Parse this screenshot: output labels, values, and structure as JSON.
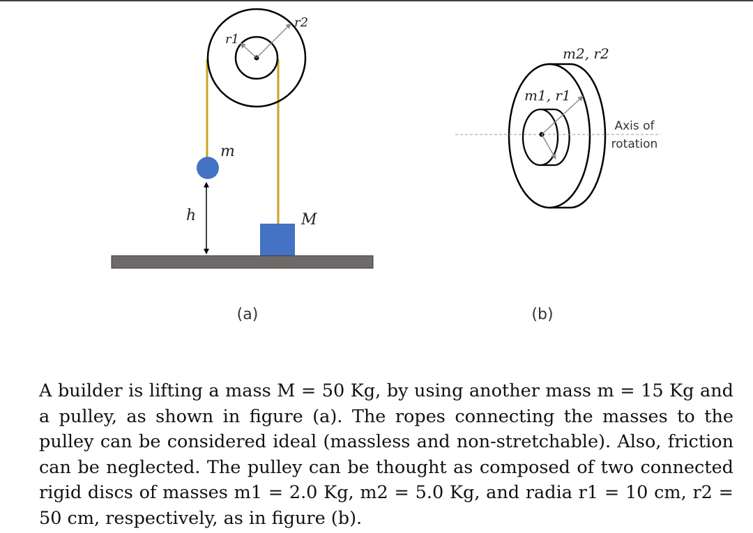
{
  "figure_a": {
    "caption": "(a)",
    "labels": {
      "r1": "r1",
      "r2": "r2",
      "m": "m",
      "M": "M",
      "h": "h"
    }
  },
  "figure_b": {
    "caption": "(b)",
    "labels": {
      "m2_r2": "m2, r2",
      "m1_r1": "m1, r1",
      "axis_line1": "Axis of",
      "axis_line2": "rotation"
    }
  },
  "problem": {
    "text": "A builder is lifting a mass M = 50 Kg, by using another mass m = 15 Kg and a pulley, as shown in figure (a). The ropes connecting the masses to the pulley can be considered ideal (massless and non-stretchable). Also, friction can be neglected. The pulley can be thought as composed of two connected rigid discs of masses m1 = 2.0 Kg, m2 = 5.0 Kg, and radia r1 = 10 cm, r2 = 50 cm, respectively, as in figure (b)."
  },
  "colors": {
    "rope": "#c9a227",
    "mass_fill": "#4472c4",
    "ground": "#6e6a6a",
    "arrow_gray": "#8c8c8c"
  }
}
